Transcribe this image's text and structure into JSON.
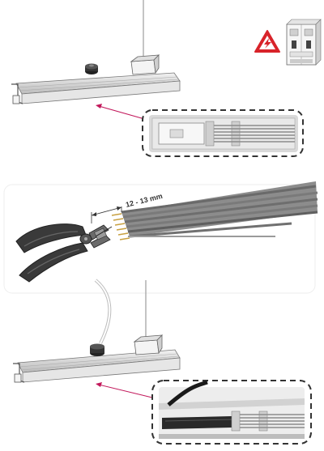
{
  "steps": [
    {
      "id": "step-mount-rail",
      "warning_icon": "electric-hazard-icon",
      "breaker_icon": "circuit-breaker-icon"
    },
    {
      "id": "step-strip-wires",
      "strip_length": "12 - 13 mm",
      "tool_icon": "wire-stripper-icon"
    },
    {
      "id": "step-insert-cable"
    }
  ],
  "colors": {
    "warning": "#d8232a",
    "pointer_arrow": "#c2185b",
    "rail": "#d9d9d9",
    "outline": "#555555",
    "stripper_handle": "#3a3a3a"
  }
}
